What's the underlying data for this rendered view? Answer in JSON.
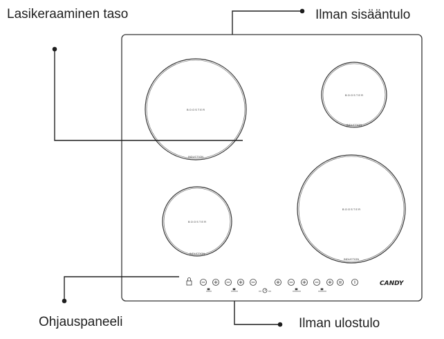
{
  "labels": {
    "glass_surface": "Lasikeraaminen taso",
    "air_inlet": "Ilman sisääntulo",
    "control_panel": "Ohjauspaneeli",
    "air_outlet": "Ilman ulostulo"
  },
  "hob": {
    "brand": "CANDY",
    "zone_booster_text": "B O O S T E R",
    "zone_bottom_text": "INDUCTION"
  },
  "colors": {
    "line": "#1e1e1e",
    "outline": "#333333"
  }
}
